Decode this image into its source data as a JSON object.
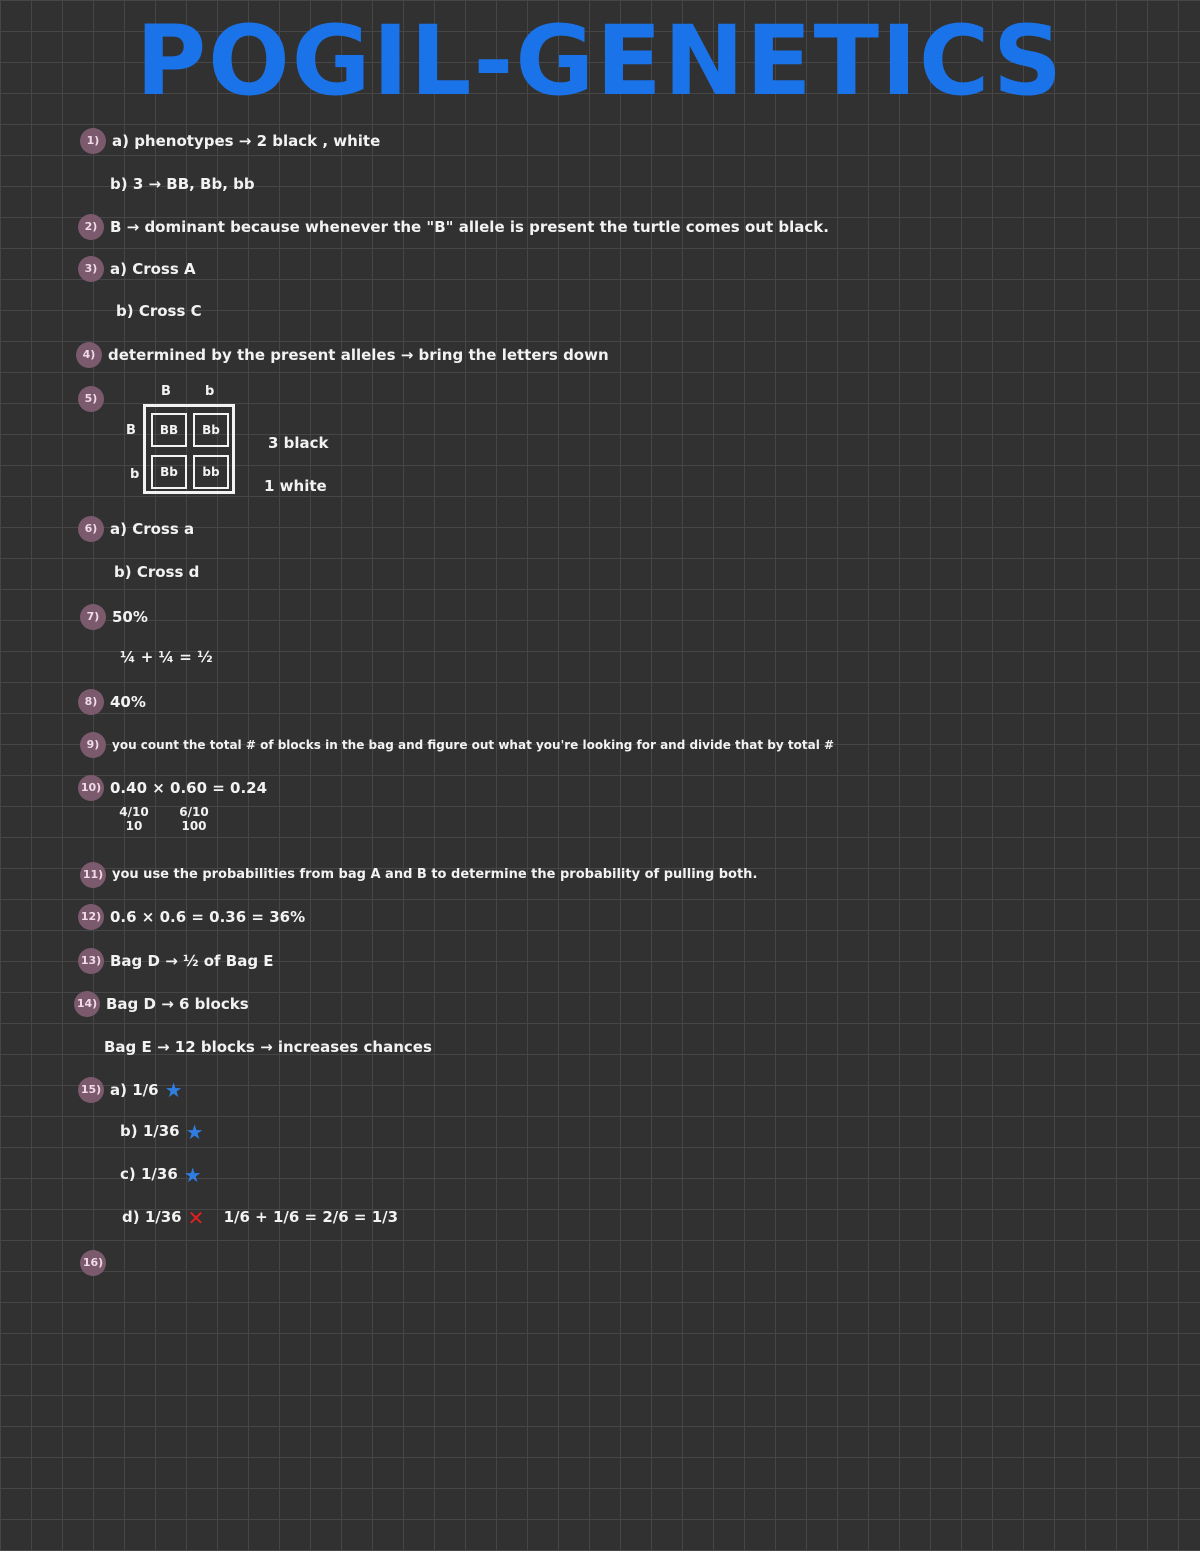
{
  "title": "POGIL-GENETICS",
  "answers": [
    {
      "num": "1)",
      "text": "a) phenotypes → 2 black , white"
    },
    {
      "sub": "b) 3 → BB, Bb, bb"
    },
    {
      "num": "2)",
      "text": "B → dominant because whenever the \"B\" allele is present the turtle comes out black."
    },
    {
      "num": "3)",
      "text": "a) Cross A"
    },
    {
      "sub": "b) Cross C"
    },
    {
      "num": "4)",
      "text": "determined by the present alleles → bring the letters down"
    },
    {
      "num": "5)",
      "text": ""
    },
    {
      "num": "6)",
      "text": "a) Cross a"
    },
    {
      "sub": "b) Cross d"
    },
    {
      "num": "7)",
      "text": "50%"
    },
    {
      "sub": "¼ + ¼ = ½"
    },
    {
      "num": "8)",
      "text": "40%"
    },
    {
      "num": "9)",
      "text": "you count the total # of blocks in the bag and figure out what you're looking for and divide that by total #"
    },
    {
      "num": "10)",
      "text": "0.40 × 0.60 = 0.24"
    },
    {
      "num": "11)",
      "text": "you use the probabilities from bag A and B to determine the probability of pulling both."
    },
    {
      "num": "12)",
      "text": "0.6 × 0.6 = 0.36 = 36%"
    },
    {
      "num": "13)",
      "text": "Bag D → ½ of Bag E"
    },
    {
      "num": "14)",
      "text": "Bag D → 6 blocks"
    },
    {
      "sub": "Bag E → 12 blocks → increases chances"
    },
    {
      "num": "15)",
      "text": "a) 1/6"
    },
    {
      "sub": "b) 1/36"
    },
    {
      "sub": "c) 1/36"
    },
    {
      "sub": "d) 1/36"
    },
    {
      "num": "16)",
      "text": ""
    }
  ],
  "q10_fractions": [
    {
      "top": "4/10",
      "bottom": "10"
    },
    {
      "top": "6/10",
      "bottom": "100"
    }
  ],
  "q15_d_extra": "1/6 + 1/6 = 2/6 = 1/3",
  "punnett": {
    "top": [
      "B",
      "b"
    ],
    "side": [
      "B",
      "b"
    ],
    "cells": [
      "BB",
      "Bb",
      "Bb",
      "bb"
    ],
    "result1": "3 black",
    "result2": "1 white"
  },
  "marks": {
    "correct": "★",
    "wrong": "✕"
  },
  "colors": {
    "title": "#1a73e8",
    "badge": "#7a5a6c",
    "star": "#2f7de1",
    "cross": "#e02020"
  }
}
